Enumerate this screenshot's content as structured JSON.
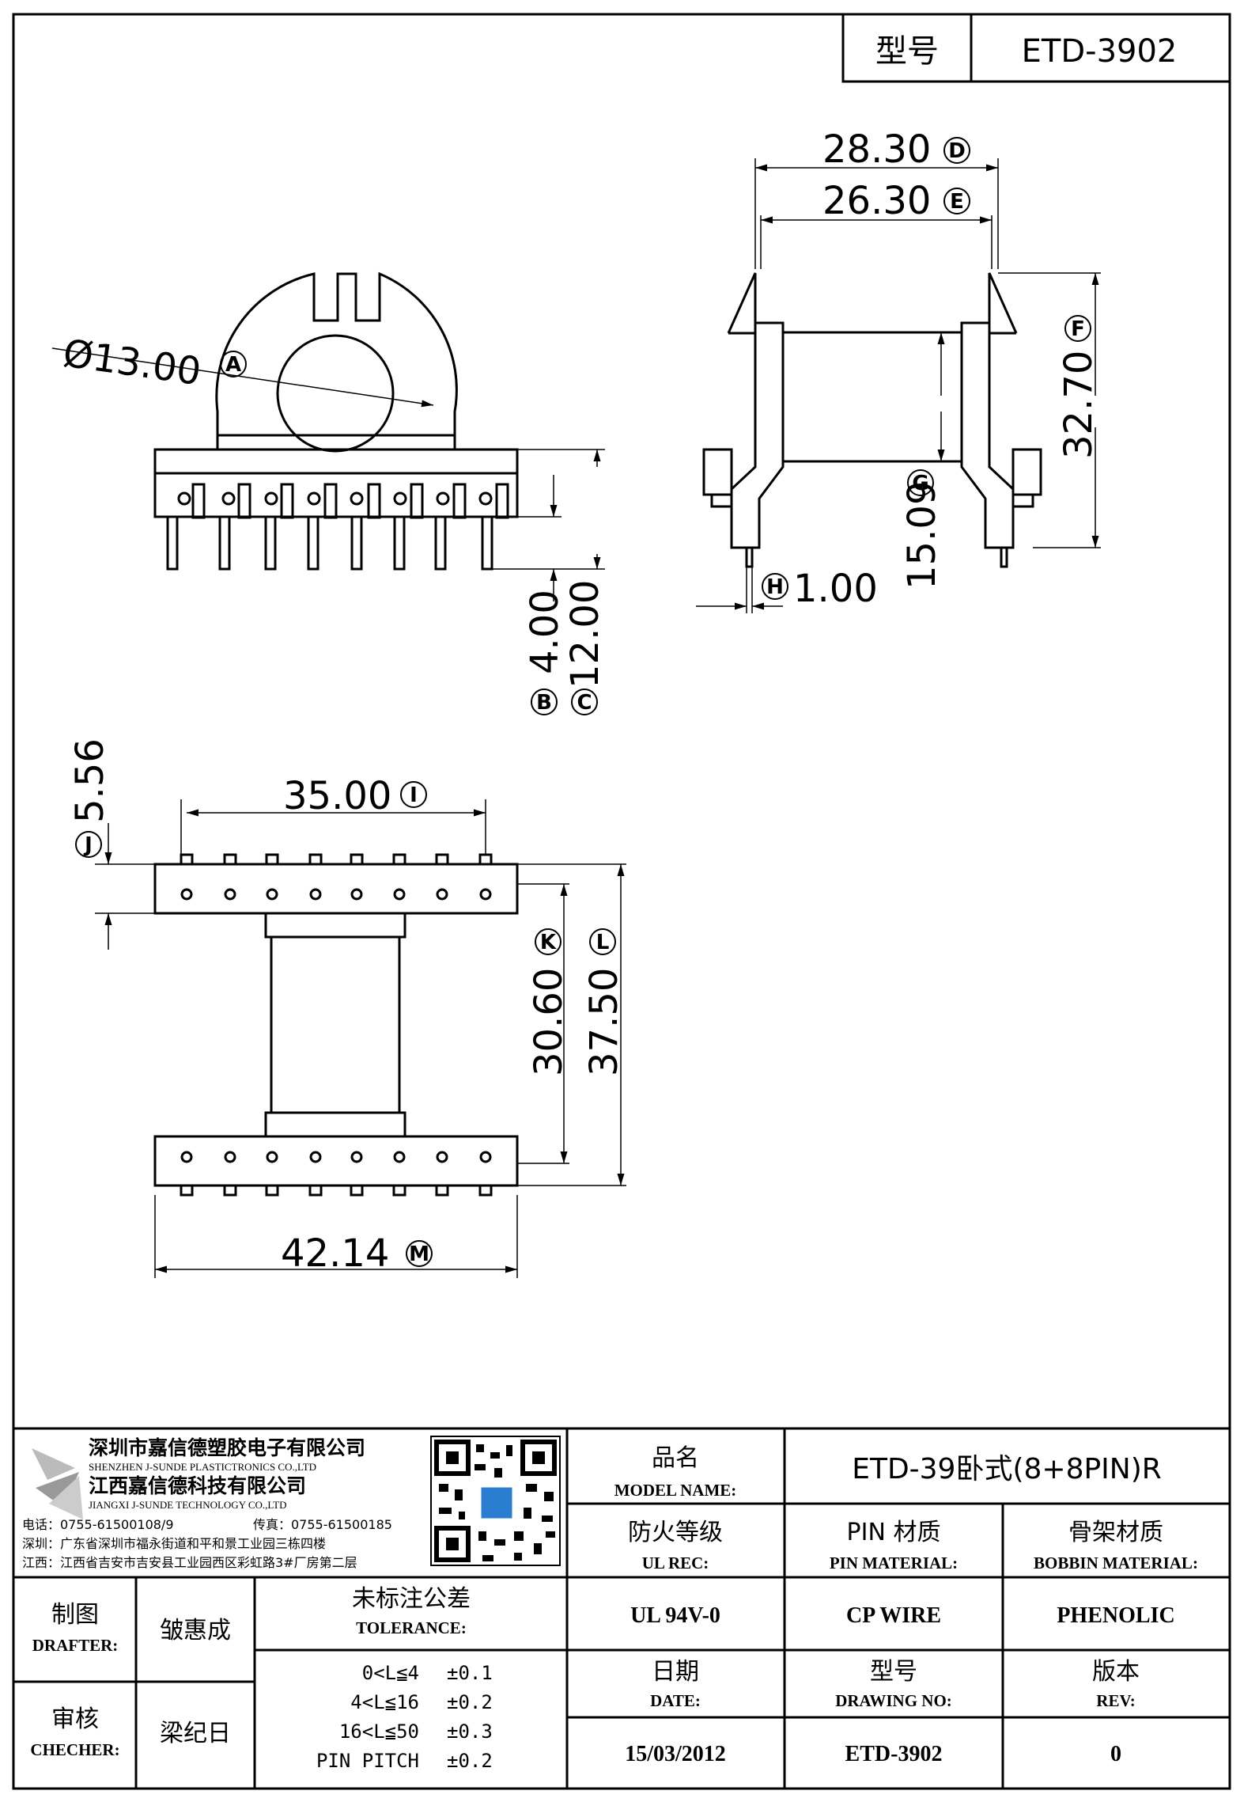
{
  "header": {
    "type_label": "型号",
    "type_value": "ETD-3902"
  },
  "dimensions": {
    "A": {
      "value": "Ø13.00",
      "mark": "A"
    },
    "B": {
      "value": "4.00",
      "mark": "B"
    },
    "C": {
      "value": "12.00",
      "mark": "C"
    },
    "D": {
      "value": "28.30",
      "mark": "D"
    },
    "E": {
      "value": "26.30",
      "mark": "E"
    },
    "F": {
      "value": "32.70",
      "mark": "F"
    },
    "G": {
      "value": "15.09",
      "mark": "G"
    },
    "H": {
      "value": "1.00",
      "mark": "H"
    },
    "I": {
      "value": "35.00",
      "mark": "I"
    },
    "J": {
      "value": "5.56",
      "mark": "J"
    },
    "K": {
      "value": "30.60",
      "mark": "K"
    },
    "L": {
      "value": "37.50",
      "mark": "L"
    },
    "M": {
      "value": "42.14",
      "mark": "M"
    }
  },
  "company": {
    "name_sz": "深圳市嘉信德塑胶电子有限公司",
    "name_sz_en": "SHENZHEN J-SUNDE PLASTICTRONICS CO.,LTD",
    "name_jx": "江西嘉信德科技有限公司",
    "name_jx_en": "JIANGXI J-SUNDE TECHNOLOGY CO.,LTD",
    "phone": "电话：0755-61500108/9",
    "fax": "传真：0755-61500185",
    "addr_sz": "深圳：广东省深圳市福永街道和平和景工业园三栋四楼",
    "addr_jx": "江西：江西省吉安市吉安县工业园西区彩虹路3#厂房第二层"
  },
  "title_block": {
    "model_name_cn": "品名",
    "model_name_en": "MODEL NAME:",
    "model_name_value": "ETD-39卧式(8+8PIN)R",
    "ul_cn": "防火等级",
    "ul_en": "UL REC:",
    "ul_value": "UL 94V-0",
    "pin_cn": "PIN 材质",
    "pin_en": "PIN MATERIAL:",
    "pin_value": "CP WIRE",
    "bobbin_cn": "骨架材质",
    "bobbin_en": "BOBBIN MATERIAL:",
    "bobbin_value": "PHENOLIC",
    "date_cn": "日期",
    "date_en": "DATE:",
    "date_value": "15/03/2012",
    "drawing_cn": "型号",
    "drawing_en": "DRAWING NO:",
    "drawing_value": "ETD-3902",
    "rev_cn": "版本",
    "rev_en": "REV:",
    "rev_value": "0",
    "drafter_cn": "制图",
    "drafter_en": "DRAFTER:",
    "drafter_value": "皱惠成",
    "checker_cn": "审核",
    "checker_en": "CHECHER:",
    "checker_value": "梁纪日",
    "tolerance_cn": "未标注公差",
    "tolerance_en": "TOLERANCE:",
    "tolerances": [
      {
        "range": "0<L≦4",
        "tol": "±0.1"
      },
      {
        "range": "4<L≦16",
        "tol": "±0.2"
      },
      {
        "range": "16<L≦50",
        "tol": "±0.3"
      },
      {
        "range": "PIN PITCH",
        "tol": "±0.2"
      }
    ]
  }
}
